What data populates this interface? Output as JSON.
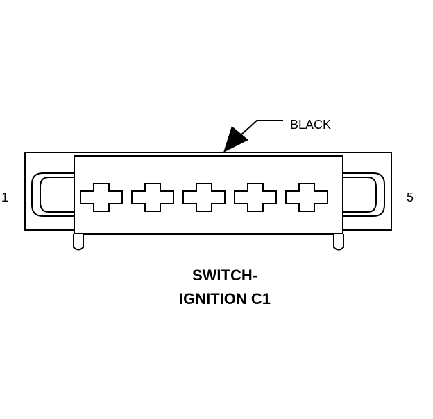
{
  "connector": {
    "color_label": "BLACK",
    "pin_left_label": "1",
    "pin_right_label": "5",
    "pin_count": 5,
    "title_line1": "SWITCH-",
    "title_line2": "IGNITION C1"
  },
  "colors": {
    "line": "#000000",
    "background": "#ffffff"
  }
}
